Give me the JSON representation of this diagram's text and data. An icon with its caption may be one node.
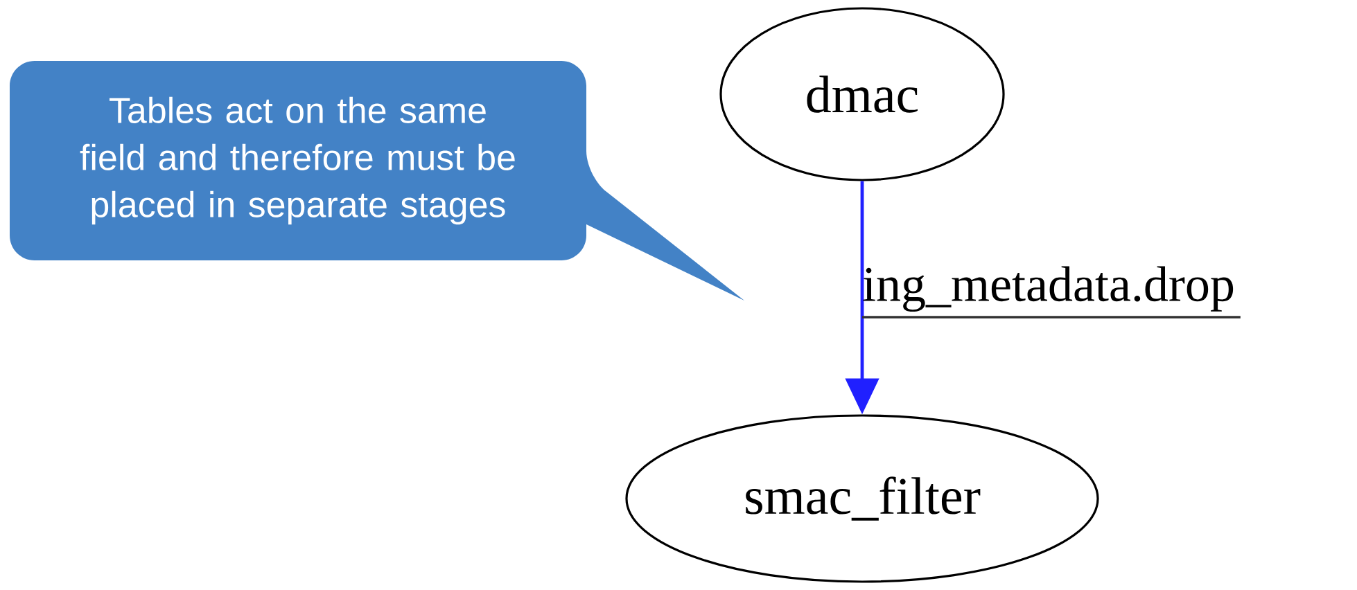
{
  "diagram": {
    "nodes": [
      {
        "text": [
          "Tables act on the same field and therefore must be placed in separate stages"
        ]
      },
      {
        "text": [
          "dmac"
        ]
      },
      {
        "text": [
          "smac_filter"
        ]
      }
    ],
    "edges": [
      {
        "from": 1,
        "to": 2,
        "arrow": "to",
        "label": "ing_metadata.drop",
        "color": "#2020ff"
      }
    ]
  }
}
